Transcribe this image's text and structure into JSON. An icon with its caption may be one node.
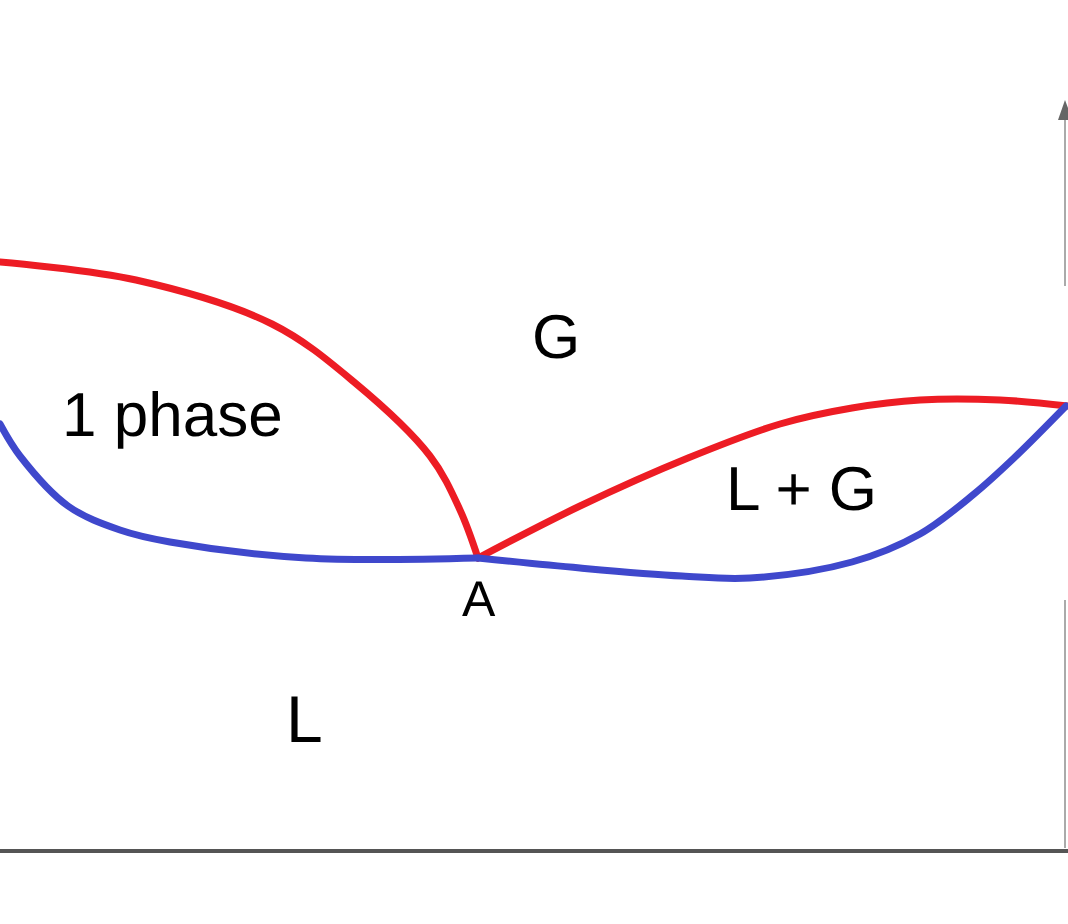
{
  "diagram": {
    "labels": [
      "G",
      "1 phase",
      "L + G",
      "A",
      "L"
    ]
  }
}
